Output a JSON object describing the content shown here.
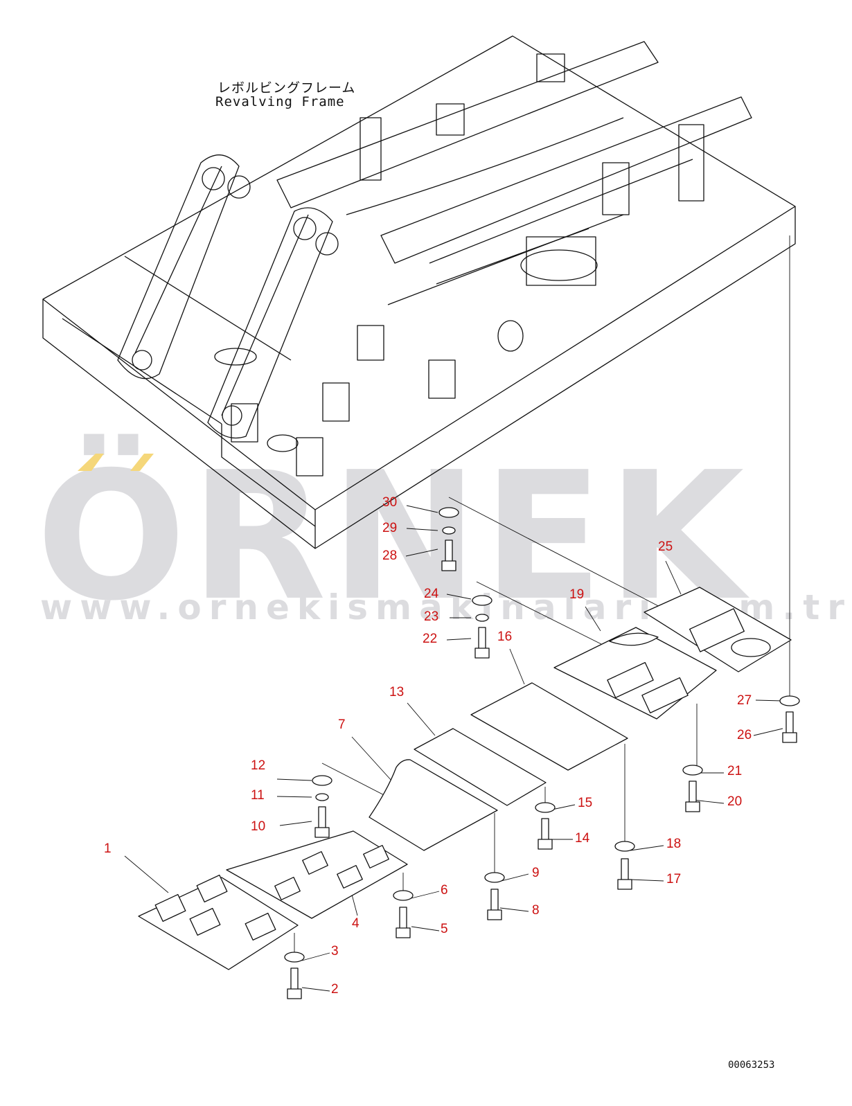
{
  "watermark": {
    "brand": "ÖRNEK",
    "url": "www.ornekismakinalari.com.tr",
    "accent_color": "#f5d77a",
    "text_color": "#dcdcdf"
  },
  "assembly_title": {
    "japanese": "レボルビングフレーム",
    "english": "Revalving Frame"
  },
  "drawing_number": "00063253",
  "callout_color": "#cc1111",
  "callouts": [
    "1",
    "2",
    "3",
    "4",
    "5",
    "6",
    "7",
    "8",
    "9",
    "10",
    "11",
    "12",
    "13",
    "14",
    "15",
    "16",
    "17",
    "18",
    "19",
    "20",
    "21",
    "22",
    "23",
    "24",
    "25",
    "26",
    "27",
    "28",
    "29",
    "30"
  ]
}
